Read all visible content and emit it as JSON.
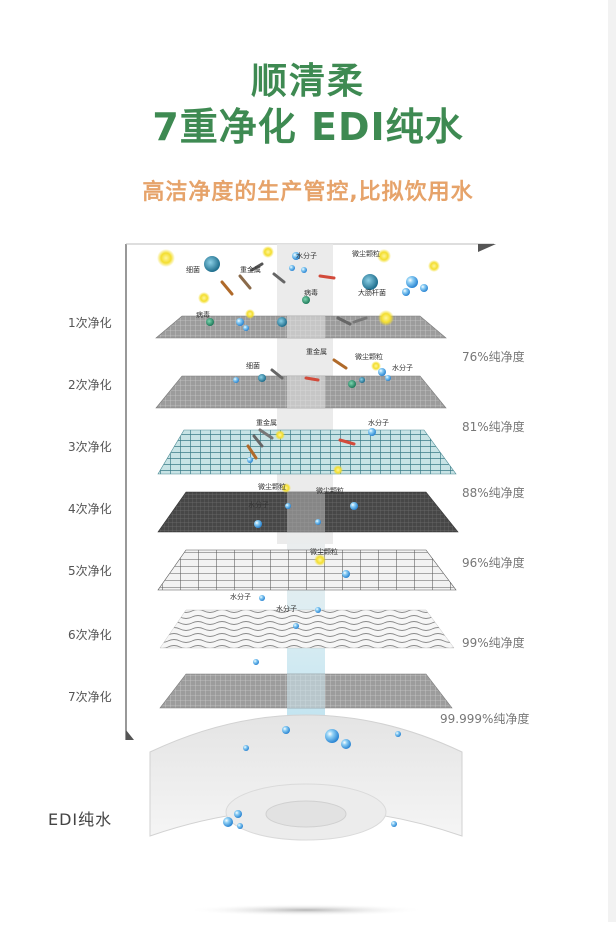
{
  "header": {
    "title_line1": "顺清柔",
    "title_line2": "7重净化 EDI纯水",
    "subtitle": "高洁净度的生产管控,比拟饮用水"
  },
  "stages": [
    {
      "label": "1次净化",
      "purity": ""
    },
    {
      "label": "2次净化",
      "purity": "76%纯净度"
    },
    {
      "label": "3次净化",
      "purity": "81%纯净度"
    },
    {
      "label": "4次净化",
      "purity": "88%纯净度"
    },
    {
      "label": "5次净化",
      "purity": "96%纯净度"
    },
    {
      "label": "6次净化",
      "purity": "99%纯净度"
    },
    {
      "label": "7次净化",
      "purity": "99.999%纯净度"
    }
  ],
  "particles": {
    "water": "水分子",
    "dust": "微尘颗粒",
    "bacteria": "细菌",
    "heavy_metal": "重金属",
    "virus": "病毒",
    "ecoli": "大肠杆菌"
  },
  "result": {
    "label": "EDI纯水"
  },
  "colors": {
    "title_green": "#3e8a52",
    "subtitle_orange": "#e6a36a",
    "water_blue": "#5fa8e6",
    "beam_blue": "#cfeaf3"
  }
}
